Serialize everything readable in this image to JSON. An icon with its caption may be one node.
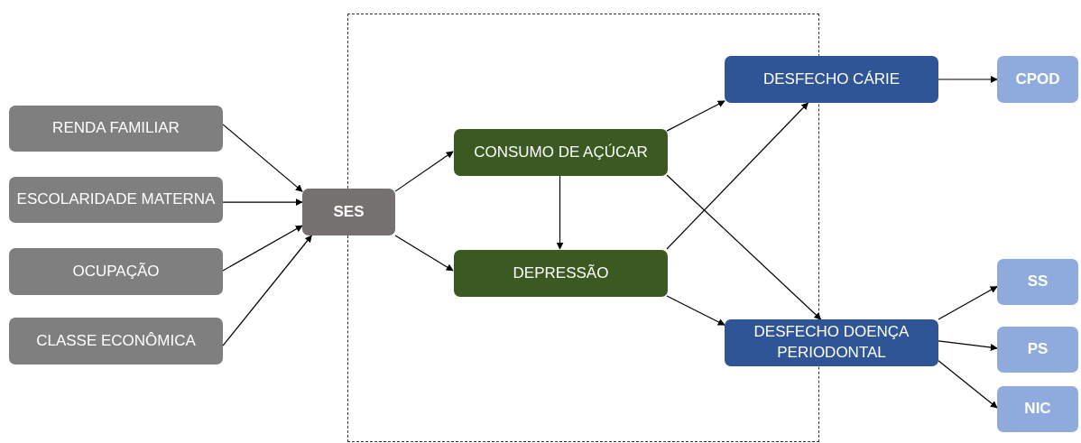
{
  "diagram": {
    "nodes": [
      {
        "text": [],
        "shape": "box"
      },
      {
        "text": [
          "RENDA FAMILIAR"
        ]
      },
      {
        "text": [
          "ESCOLARIDADE MATERNA"
        ]
      },
      {
        "text": [
          "OCUPAÇÃO"
        ]
      },
      {
        "text": [
          "CLASSE ECONÔMICA"
        ]
      },
      {
        "text": [
          "SES"
        ]
      },
      {
        "text": [
          "CONSUMO DE AÇÚCAR"
        ],
        "in": 0
      },
      {
        "text": [
          "DEPRESSÃO"
        ],
        "in": 0
      },
      {
        "text": [
          "DESFECHO CÁRIE"
        ]
      },
      {
        "text": [
          "DESFECHO DOENÇA PERIODONTAL"
        ]
      },
      {
        "text": [
          "CPOD"
        ]
      },
      {
        "text": [
          "SS"
        ]
      },
      {
        "text": [
          "PS"
        ]
      },
      {
        "text": [
          "NIC"
        ]
      }
    ],
    "edges": [
      {
        "from": 1,
        "to": 5,
        "arrow": "to"
      },
      {
        "from": 2,
        "to": 5,
        "arrow": "to"
      },
      {
        "from": 3,
        "to": 5,
        "arrow": "to"
      },
      {
        "from": 4,
        "to": 5,
        "arrow": "to"
      },
      {
        "from": 5,
        "to": 6,
        "arrow": "to"
      },
      {
        "from": 5,
        "to": 7,
        "arrow": "to"
      },
      {
        "from": 6,
        "to": 7,
        "arrow": "to"
      },
      {
        "from": 6,
        "to": 8,
        "arrow": "to"
      },
      {
        "from": 6,
        "to": 9,
        "arrow": "to"
      },
      {
        "from": 7,
        "to": 8,
        "arrow": "to"
      },
      {
        "from": 7,
        "to": 9,
        "arrow": "to"
      },
      {
        "from": 8,
        "to": 10,
        "arrow": "to"
      },
      {
        "from": 9,
        "to": 11,
        "arrow": "to"
      },
      {
        "from": 9,
        "to": 12,
        "arrow": "to"
      },
      {
        "from": 9,
        "to": 13,
        "arrow": "to"
      }
    ]
  }
}
